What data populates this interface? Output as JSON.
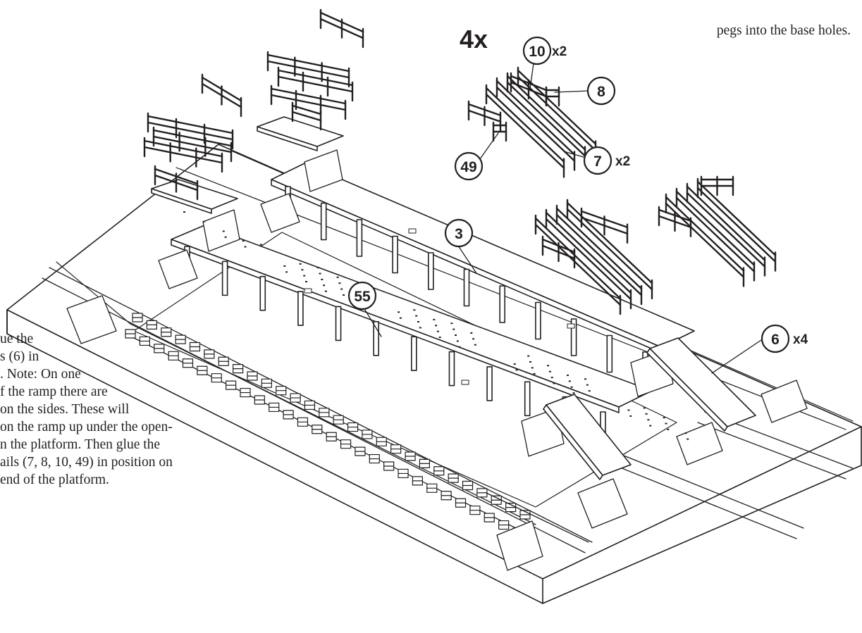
{
  "instructions": {
    "top_right_line": "pegs into the base holes.",
    "left_lines": [
      "ue the",
      "s (6) in",
      ". Note: On one",
      "f the ramp there are",
      "on the sides. These will",
      "on the ramp up under the open-",
      "n the platform. Then glue the",
      "ails (7, 8, 10, 49) in position on",
      "end of the platform."
    ]
  },
  "quantity_label": "4x",
  "callouts": [
    {
      "id": "part-10",
      "number": "10",
      "multiplier": "x2"
    },
    {
      "id": "part-8",
      "number": "8",
      "multiplier": ""
    },
    {
      "id": "part-7",
      "number": "7",
      "multiplier": "x2"
    },
    {
      "id": "part-49",
      "number": "49",
      "multiplier": ""
    },
    {
      "id": "part-3",
      "number": "3",
      "multiplier": ""
    },
    {
      "id": "part-55",
      "number": "55",
      "multiplier": ""
    },
    {
      "id": "part-6",
      "number": "6",
      "multiplier": "x4"
    }
  ]
}
